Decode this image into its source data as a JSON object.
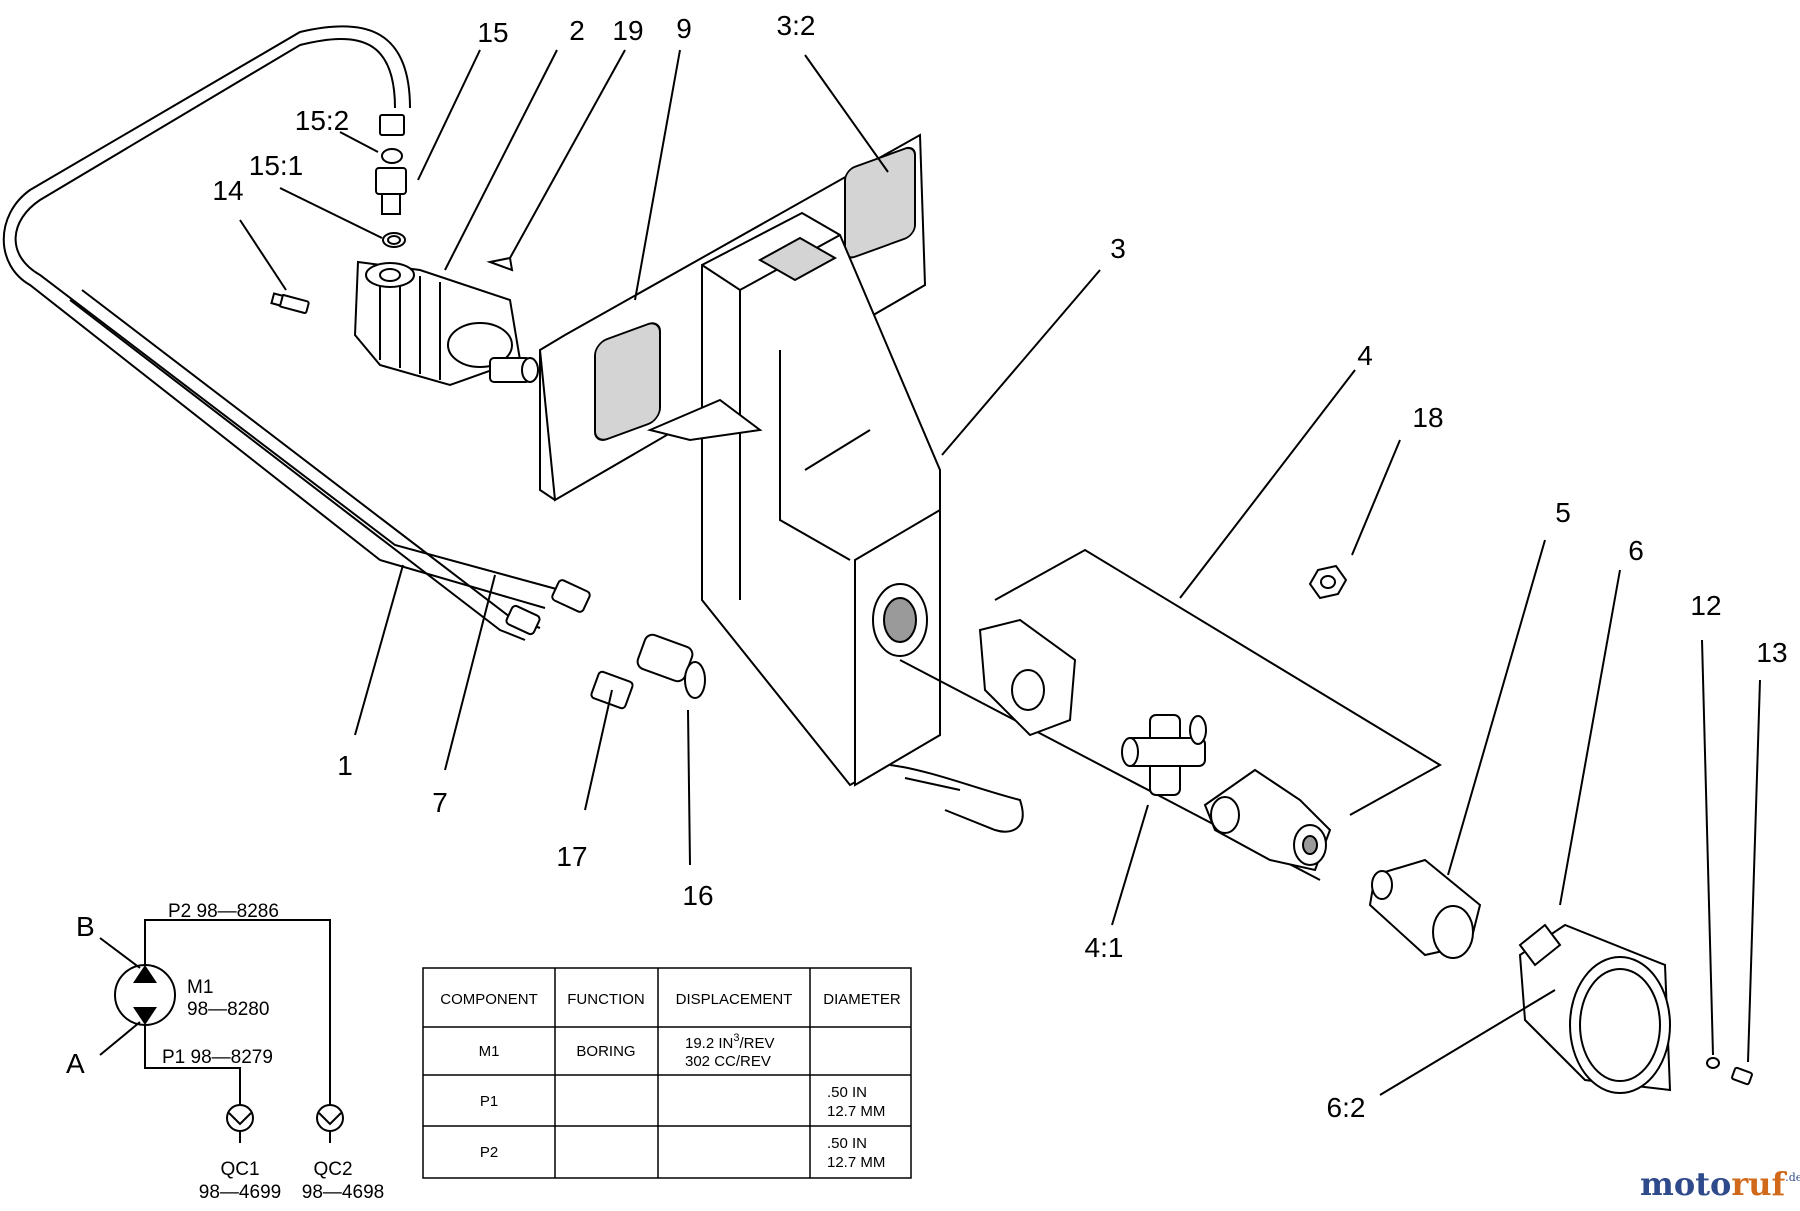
{
  "callouts": {
    "c15": "15",
    "c2": "2",
    "c19": "19",
    "c9": "9",
    "c3_2": "3:2",
    "c15_2": "15:2",
    "c15_1": "15:1",
    "c14": "14",
    "c3": "3",
    "c4": "4",
    "c18": "18",
    "c5": "5",
    "c6": "6",
    "c12": "12",
    "c13": "13",
    "c1": "1",
    "c7": "7",
    "c17": "17",
    "c16": "16",
    "c4_1": "4:1",
    "c6_2": "6:2"
  },
  "schematic": {
    "port_b": "B",
    "port_a": "A",
    "p2": "P2 98—8286",
    "p1": "P1 98—8279",
    "m1": "M1",
    "m1_num": "98—8280",
    "qc1": "QC1",
    "qc1_num": "98—4699",
    "qc2": "QC2",
    "qc2_num": "98—4698"
  },
  "table": {
    "headers": [
      "COMPONENT",
      "FUNCTION",
      "DISPLACEMENT",
      "DIAMETER"
    ],
    "rows": [
      {
        "component": "M1",
        "function": "BORING",
        "disp_l1": "19.2 IN",
        "disp_sup": "3",
        "disp_l1b": "/REV",
        "disp_l2": "302 CC/REV",
        "dia_l1": "",
        "dia_l2": ""
      },
      {
        "component": "P1",
        "function": "",
        "disp_l1": "",
        "disp_sup": "",
        "disp_l1b": "",
        "disp_l2": "",
        "dia_l1": ".50 IN",
        "dia_l2": "12.7 MM"
      },
      {
        "component": "P2",
        "function": "",
        "disp_l1": "",
        "disp_sup": "",
        "disp_l1b": "",
        "disp_l2": "",
        "dia_l1": ".50 IN",
        "dia_l2": "12.7 MM"
      }
    ]
  },
  "watermark": {
    "part1": "moto",
    "part2": "ruf",
    "suffix": ".de"
  }
}
